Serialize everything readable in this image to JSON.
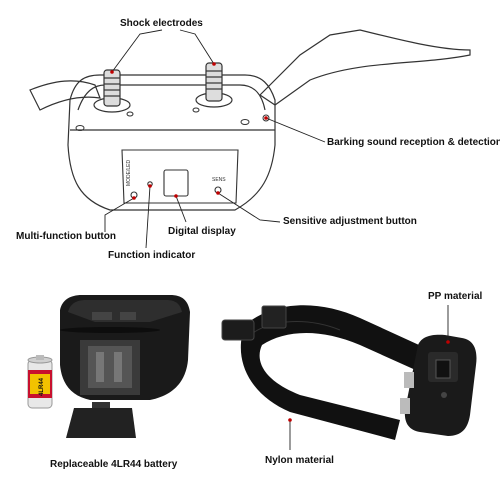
{
  "labels": {
    "shock_electrodes": "Shock electrodes",
    "barking_detection": "Barking sound reception & detection",
    "sensitive_button": "Sensitive adjustment button",
    "multi_function_button": "Multi-function button",
    "digital_display": "Digital display",
    "function_indicator": "Function indicator",
    "pp_material": "PP material",
    "battery": "Replaceable 4LR44 battery",
    "nylon": "Nylon material"
  },
  "device_markings": {
    "left_button_text": "MODE/LED",
    "right_button_text": "SENS",
    "battery_text": "4LR44"
  },
  "colors": {
    "callout_line": "#222222",
    "callout_dot": "#c00000",
    "device_dark": "#1a1a1a",
    "device_outline": "#333333"
  }
}
